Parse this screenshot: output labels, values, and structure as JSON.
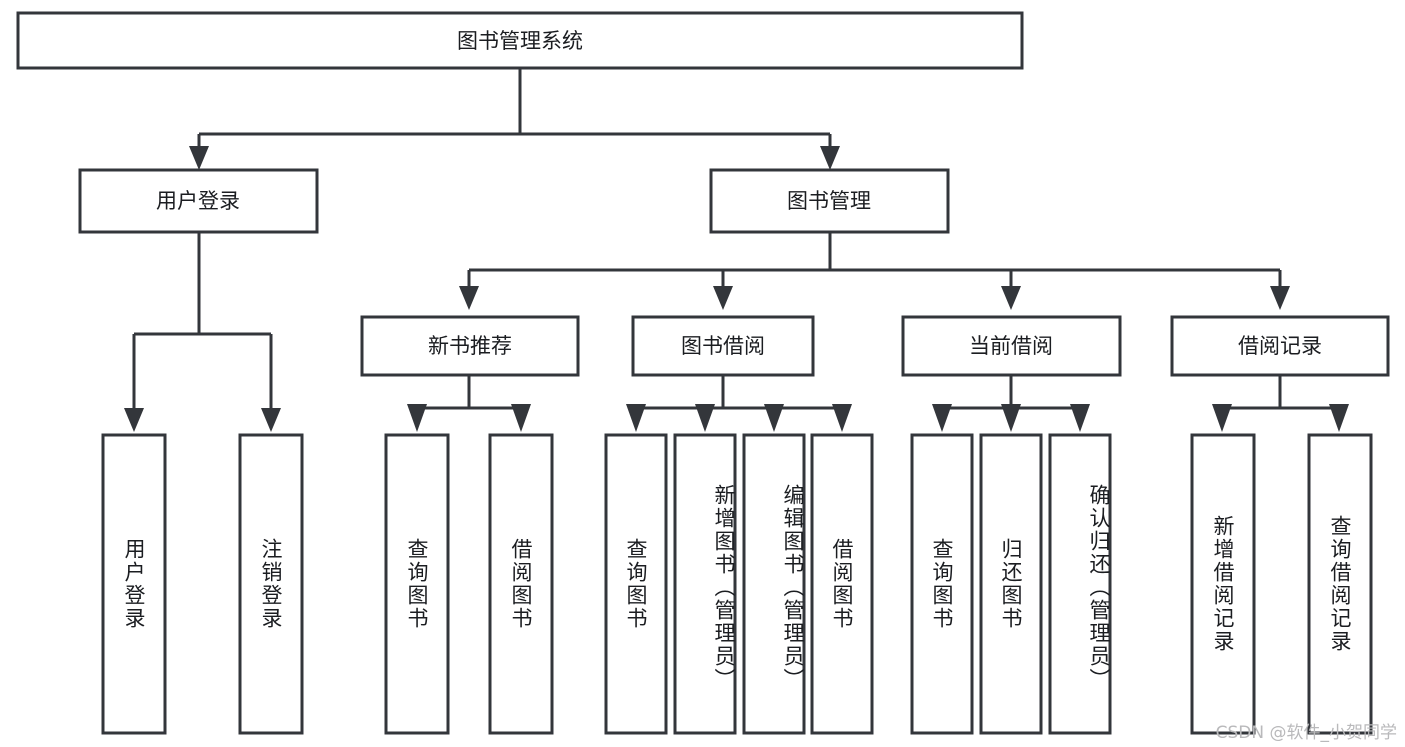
{
  "diagram": {
    "type": "hierarchy-tree",
    "title_node": "图书管理系统",
    "watermark": "CSDN @软件_小贺同学",
    "colors": {
      "stroke": "#33363b",
      "fill": "#ffffff",
      "text": "#1b1d21",
      "watermark": "#b9b9bb"
    },
    "levels": {
      "level1": [
        "图书管理系统"
      ],
      "level2": [
        "用户登录",
        "图书管理"
      ],
      "level3": [
        "新书推荐",
        "图书借阅",
        "当前借阅",
        "借阅记录"
      ],
      "level4": [
        "用户登录",
        "注销登录",
        "查询图书",
        "借阅图书",
        "查询图书",
        "新增图书（管理员）",
        "编辑图书（管理员）",
        "借阅图书",
        "查询图书",
        "归还图书",
        "确认归还（管理员）",
        "新增借阅记录",
        "查询借阅记录"
      ]
    },
    "nodes": {
      "root": {
        "label": "图书管理系统"
      },
      "user_login": {
        "label": "用户登录"
      },
      "book_manage": {
        "label": "图书管理"
      },
      "new_book_rec": {
        "label": "新书推荐"
      },
      "book_borrow": {
        "label": "图书借阅"
      },
      "current_borrow": {
        "label": "当前借阅"
      },
      "borrow_record": {
        "label": "借阅记录"
      }
    },
    "leaves": {
      "user_login_1": {
        "label": "用户登录"
      },
      "user_login_2": {
        "label": "注销登录"
      },
      "new_book_1": {
        "label": "查询图书"
      },
      "new_book_2": {
        "label": "借阅图书"
      },
      "borrow_1": {
        "label": "查询图书"
      },
      "borrow_2": {
        "label": "新增图书（管理员）"
      },
      "borrow_3": {
        "label": "编辑图书（管理员）"
      },
      "borrow_4": {
        "label": "借阅图书"
      },
      "current_1": {
        "label": "查询图书"
      },
      "current_2": {
        "label": "归还图书"
      },
      "current_3": {
        "label": "确认归还（管理员）"
      },
      "record_1": {
        "label": "新增借阅记录"
      },
      "record_2": {
        "label": "查询借阅记录"
      }
    }
  }
}
